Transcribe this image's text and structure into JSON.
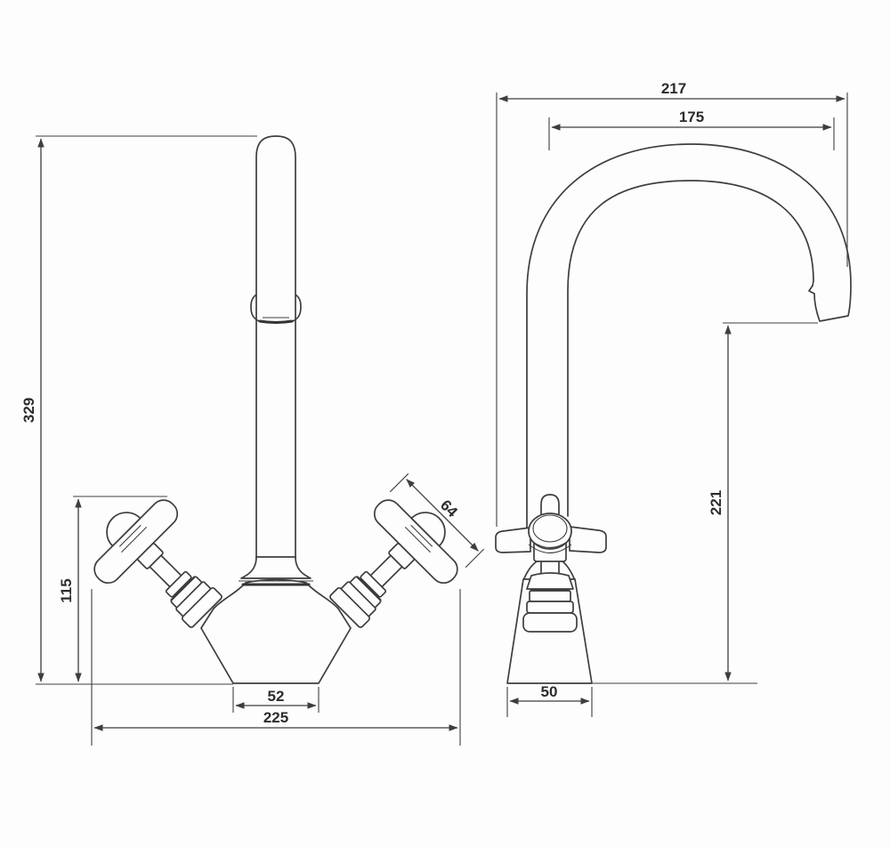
{
  "colors": {
    "background": "#fdfdfd",
    "line": "#3e3e3e",
    "text": "#2c2c2c"
  },
  "dimensions": {
    "front_view": {
      "overall_height": "329",
      "handle_center_height": "115",
      "handle_width": "64",
      "body_base_width": "52",
      "overall_width": "225"
    },
    "side_view": {
      "overall_depth": "217",
      "spout_reach": "175",
      "spout_outlet_height": "221",
      "base_depth": "50"
    }
  }
}
